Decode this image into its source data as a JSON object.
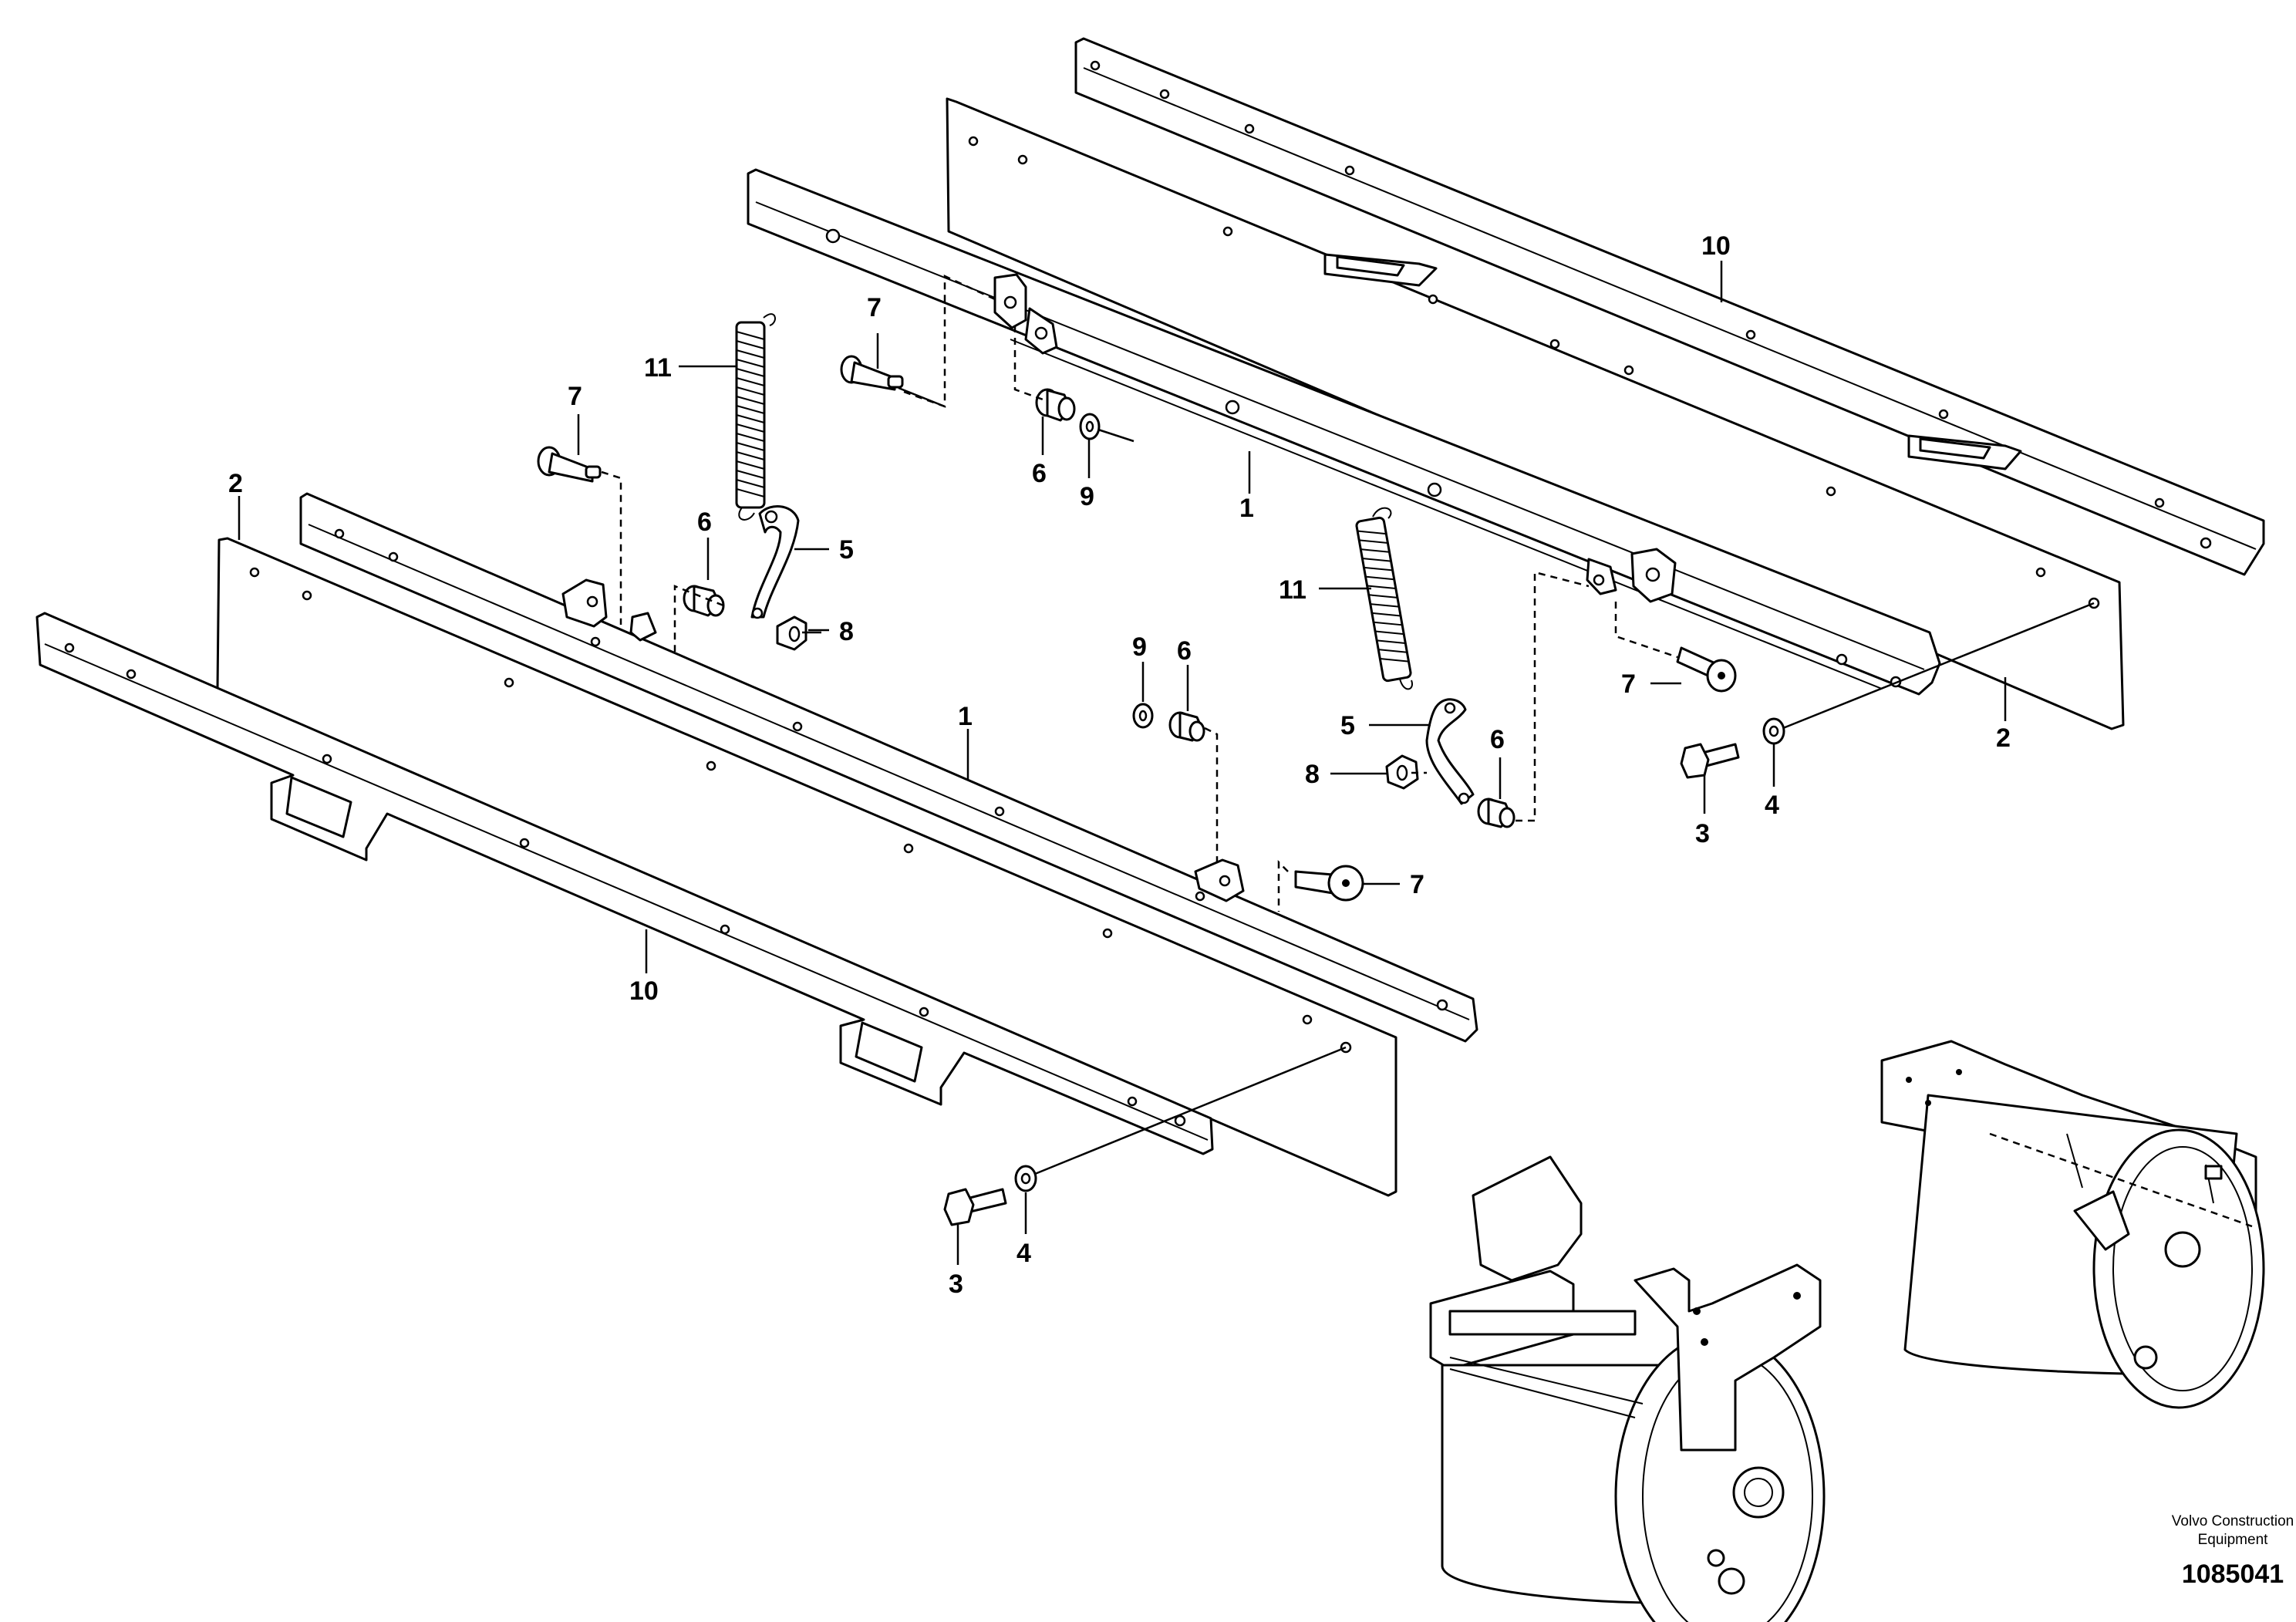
{
  "diagram": {
    "callouts": {
      "c1_upper": "1",
      "c1_lower": "1",
      "c2_upper": "2",
      "c2_lower": "2",
      "c3_right": "3",
      "c3_left": "3",
      "c4_right": "4",
      "c4_left": "4",
      "c5_left": "5",
      "c5_right": "5",
      "c6_a": "6",
      "c6_b": "6",
      "c6_c": "6",
      "c6_d": "6",
      "c7_a": "7",
      "c7_b": "7",
      "c7_c": "7",
      "c7_d": "7",
      "c8_left": "8",
      "c8_right": "8",
      "c9_upper": "9",
      "c9_lower": "9",
      "c10_upper": "10",
      "c10_lower": "10",
      "c11_left": "11",
      "c11_right": "11"
    },
    "brand_line1": "Volvo Construction",
    "brand_line2": "Equipment",
    "document_number": "1085041"
  }
}
